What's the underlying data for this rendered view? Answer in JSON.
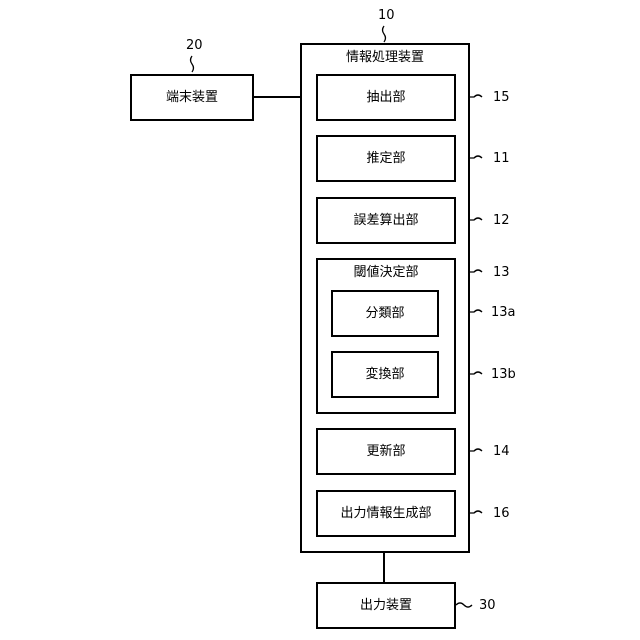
{
  "device": {
    "title": "情報処理装置",
    "ref": "10"
  },
  "terminal": {
    "label": "端末装置",
    "ref": "20"
  },
  "output_device": {
    "label": "出力装置",
    "ref": "30"
  },
  "units": {
    "extract": {
      "label": "抽出部",
      "ref": "15"
    },
    "estimate": {
      "label": "推定部",
      "ref": "11"
    },
    "error_calc": {
      "label": "誤差算出部",
      "ref": "12"
    },
    "threshold": {
      "label": "閾値決定部",
      "ref": "13",
      "classify": {
        "label": "分類部",
        "ref": "13a"
      },
      "convert": {
        "label": "変換部",
        "ref": "13b"
      }
    },
    "update": {
      "label": "更新部",
      "ref": "14"
    },
    "output_info": {
      "label": "出力情報生成部",
      "ref": "16"
    }
  }
}
